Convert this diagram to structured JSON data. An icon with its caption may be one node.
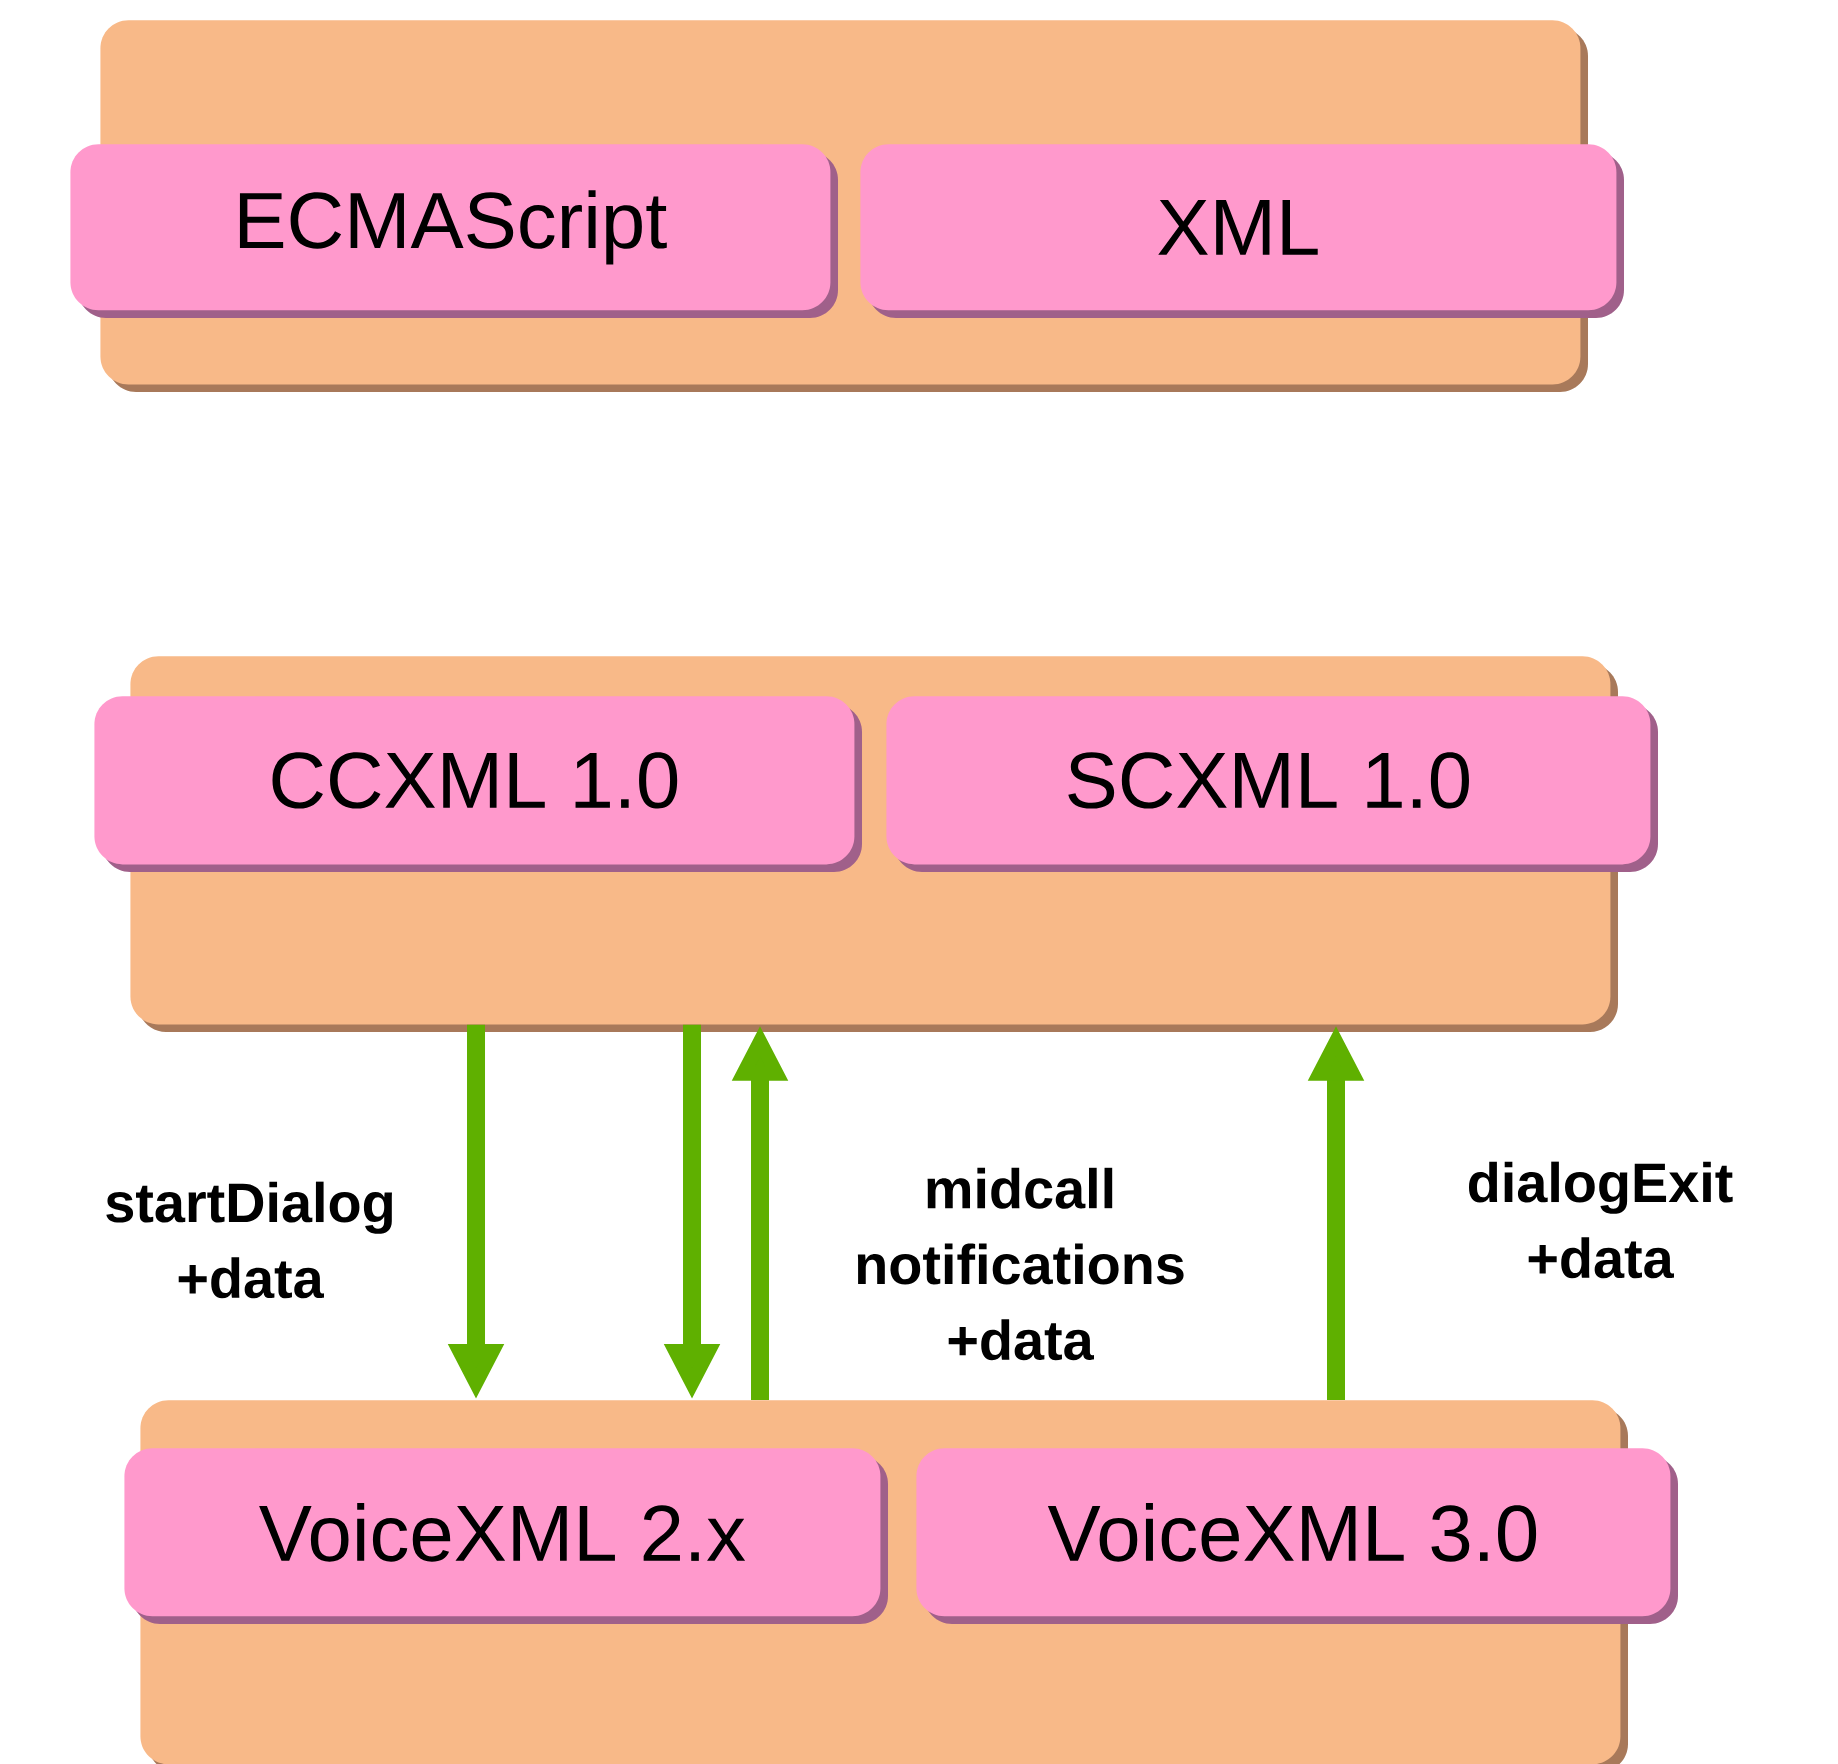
{
  "diagram": {
    "nodes": [
      {
        "text": [],
        "shape": "box"
      },
      {
        "text": [
          "ECMAScript"
        ],
        "in": 0
      },
      {
        "text": [
          "XML"
        ],
        "in": 0
      },
      {
        "text": [],
        "shape": "box"
      },
      {
        "text": [
          "CCXML 1.0"
        ],
        "in": 3
      },
      {
        "text": [
          "SCXML 1.0"
        ],
        "in": 3
      },
      {
        "text": [],
        "shape": "box"
      },
      {
        "text": [
          "VoiceXML 2.x"
        ],
        "in": 6
      },
      {
        "text": [
          "VoiceXML 3.0"
        ],
        "in": 6
      }
    ],
    "edges": [
      {
        "from": 3,
        "to": 6,
        "arrow": "to",
        "label": "startDialog +data"
      },
      {
        "from": 3,
        "to": 6,
        "arrow": "to"
      },
      {
        "from": 6,
        "to": 3,
        "arrow": "to",
        "label": "midcall notifications +data"
      },
      {
        "from": 6,
        "to": 3,
        "arrow": "to",
        "label": "dialogExit +data"
      }
    ]
  }
}
